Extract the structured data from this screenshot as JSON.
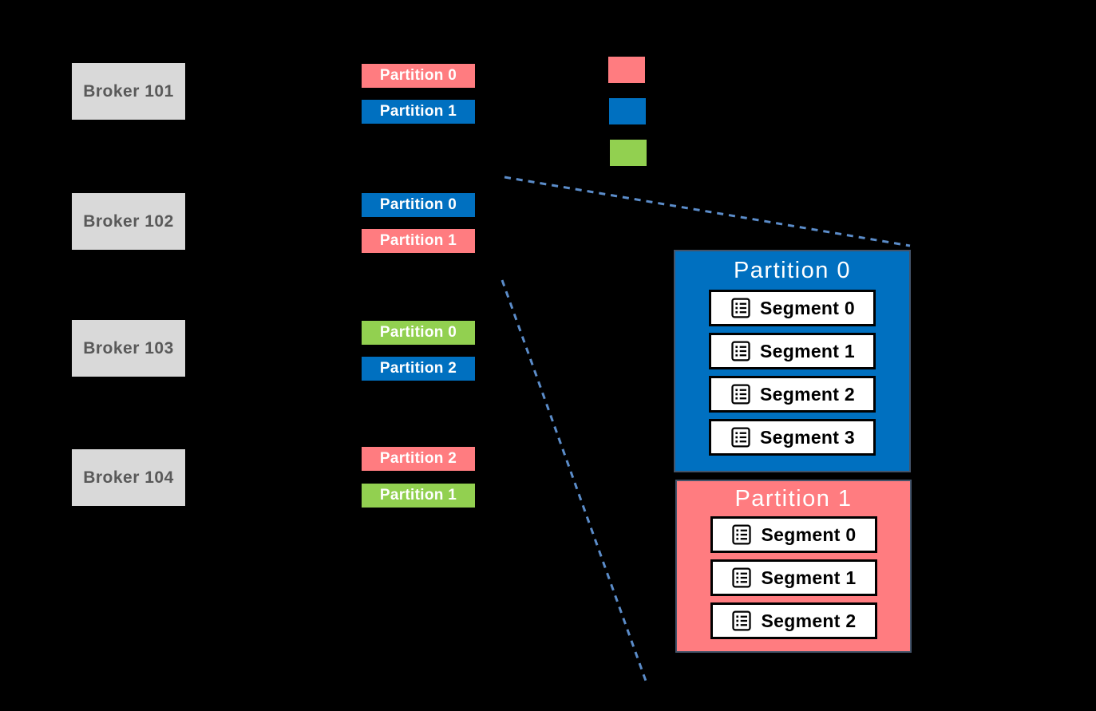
{
  "colors": {
    "pink": "#FF7C80",
    "blue": "#0070C0",
    "green": "#92D050",
    "broker_bg": "#D9D9D9",
    "broker_text": "#595959",
    "dash": "#5B8CC9",
    "panel_border": "#44546A"
  },
  "brokers": [
    {
      "label": "Broker 101"
    },
    {
      "label": "Broker 102"
    },
    {
      "label": "Broker 103"
    },
    {
      "label": "Broker 104"
    }
  ],
  "chips": [
    {
      "broker": "Broker 101",
      "label": "Partition 0",
      "color": "#FF7C80"
    },
    {
      "broker": "Broker 101",
      "label": "Partition 1",
      "color": "#0070C0"
    },
    {
      "broker": "Broker 102",
      "label": "Partition 0",
      "color": "#0070C0"
    },
    {
      "broker": "Broker 102",
      "label": "Partition 1",
      "color": "#FF7C80"
    },
    {
      "broker": "Broker 103",
      "label": "Partition 0",
      "color": "#92D050"
    },
    {
      "broker": "Broker 103",
      "label": "Partition 2",
      "color": "#0070C0"
    },
    {
      "broker": "Broker 104",
      "label": "Partition 2",
      "color": "#FF7C80"
    },
    {
      "broker": "Broker 104",
      "label": "Partition 1",
      "color": "#92D050"
    }
  ],
  "legend": {
    "swatches": [
      {
        "name": "pink",
        "color": "#FF7C80"
      },
      {
        "name": "blue",
        "color": "#0070C0"
      },
      {
        "name": "green",
        "color": "#92D050"
      }
    ]
  },
  "panels": [
    {
      "title": "Partition 0",
      "color": "#0070C0",
      "segments": [
        "Segment 0",
        "Segment 1",
        "Segment 2",
        "Segment 3"
      ]
    },
    {
      "title": "Partition 1",
      "color": "#FF7C80",
      "segments": [
        "Segment 0",
        "Segment 1",
        "Segment 2"
      ]
    }
  ]
}
